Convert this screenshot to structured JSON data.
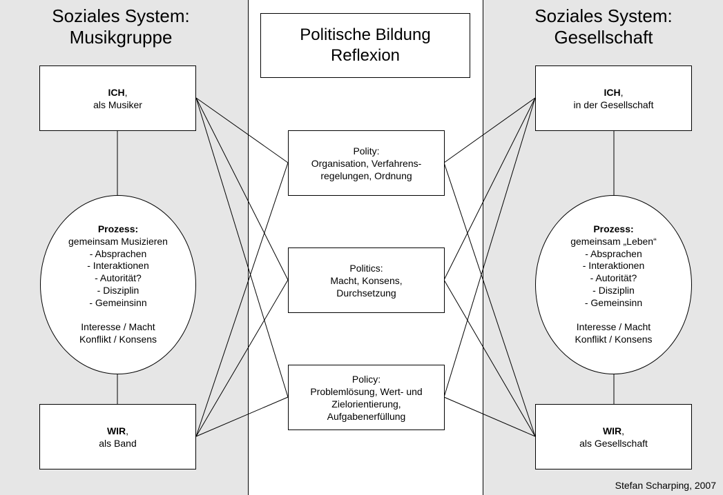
{
  "left_system": {
    "heading_line1": "Soziales System:",
    "heading_line2": "Musikgruppe",
    "ich": {
      "bold": "ICH",
      "suffix": ",",
      "line2": "als Musiker"
    },
    "prozess": {
      "title": "Prozess:",
      "lines": [
        "gemeinsam Musizieren",
        "- Absprachen",
        "- Interaktionen",
        "- Autorität?",
        "- Disziplin",
        "- Gemeinsinn"
      ],
      "extra": [
        "Interesse / Macht",
        "Konflikt / Konsens"
      ]
    },
    "wir": {
      "bold": "WIR",
      "suffix": ",",
      "line2": "als Band"
    }
  },
  "right_system": {
    "heading_line1": "Soziales System:",
    "heading_line2": "Gesellschaft",
    "ich": {
      "bold": "ICH",
      "suffix": ",",
      "line2": "in der Gesellschaft"
    },
    "prozess": {
      "title": "Prozess:",
      "lines": [
        "gemeinsam „Leben“",
        "- Absprachen",
        "- Interaktionen",
        "- Autorität?",
        "- Disziplin",
        "- Gemeinsinn"
      ],
      "extra": [
        "Interesse / Macht",
        "Konflikt / Konsens"
      ]
    },
    "wir": {
      "bold": "WIR",
      "suffix": ",",
      "line2": "als Gesellschaft"
    }
  },
  "center": {
    "title_line1": "Politische Bildung",
    "title_line2": "Reflexion",
    "polity": [
      "Polity:",
      "Organisation, Verfahrens-",
      "regelungen, Ordnung"
    ],
    "politics": [
      "Politics:",
      "Macht, Konsens,",
      "Durchsetzung"
    ],
    "policy": [
      "Policy:",
      "Problemlösung, Wert- und",
      "Zielorientierung,",
      "Aufgabenerfüllung"
    ]
  },
  "credit": "Stefan Scharping, 2007"
}
